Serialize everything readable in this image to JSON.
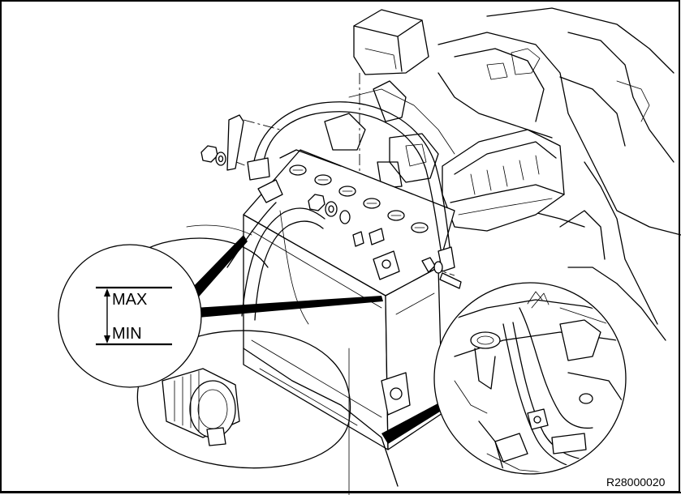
{
  "figure": {
    "reference_code": "R28000020"
  },
  "level_callout": {
    "max_label": "MAX",
    "min_label": "MIN"
  }
}
